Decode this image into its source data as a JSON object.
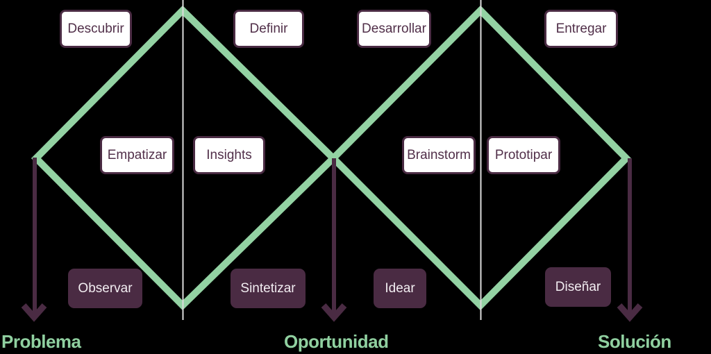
{
  "colors": {
    "background": "#000000",
    "diamond_green": "#93D2A3",
    "label_green": "#90D0A0",
    "purple": "#4A2B43",
    "purple_text": "#512F49",
    "box_white": "#FFFFFF",
    "light_text": "#F2EDF1",
    "divider_gray": "#DCDCDC"
  },
  "phases": [
    {
      "id": "descubrir",
      "label": "Descubrir"
    },
    {
      "id": "definir",
      "label": "Definir"
    },
    {
      "id": "desarrollar",
      "label": "Desarrollar"
    },
    {
      "id": "entregar",
      "label": "Entregar"
    }
  ],
  "activities": [
    {
      "id": "empatizar",
      "label": "Empatizar"
    },
    {
      "id": "insights",
      "label": "Insights"
    },
    {
      "id": "brainstorm",
      "label": "Brainstorm"
    },
    {
      "id": "prototipar",
      "label": "Prototipar"
    }
  ],
  "methods": [
    {
      "id": "observar",
      "label": "Observar"
    },
    {
      "id": "sintetizar",
      "label": "Sintetizar"
    },
    {
      "id": "idear",
      "label": "Idear"
    },
    {
      "id": "disenar",
      "label": "Diseñar"
    }
  ],
  "milestones": [
    {
      "id": "problema",
      "label": "Problema"
    },
    {
      "id": "oportunidad",
      "label": "Oportunidad"
    },
    {
      "id": "solucion",
      "label": "Solución"
    }
  ]
}
